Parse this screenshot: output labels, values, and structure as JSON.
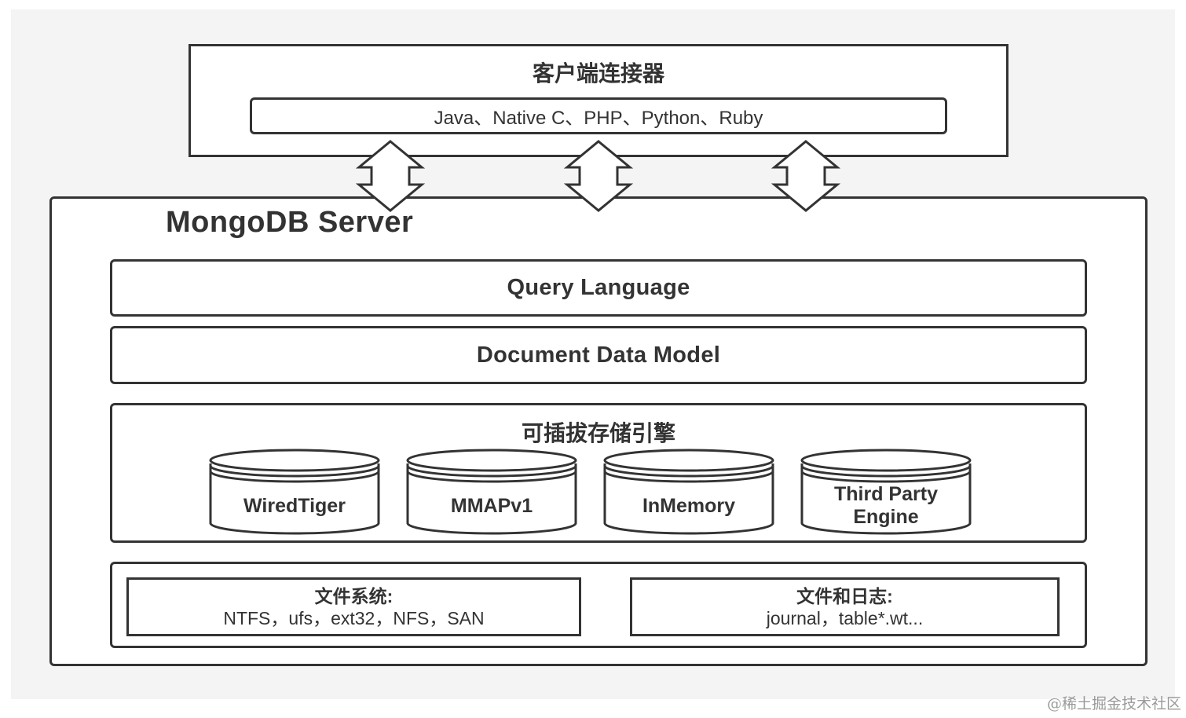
{
  "client": {
    "title": "客户端连接器",
    "languages": "Java、Native C、PHP、Python、Ruby"
  },
  "server": {
    "title": "MongoDB Server",
    "query_language": "Query Language",
    "document_model": "Document Data Model",
    "storage": {
      "title": "可插拔存储引擎",
      "engines": [
        {
          "line1": "WiredTiger",
          "line2": ""
        },
        {
          "line1": "MMAPv1",
          "line2": ""
        },
        {
          "line1": "InMemory",
          "line2": ""
        },
        {
          "line1": "Third Party",
          "line2": "Engine"
        }
      ]
    },
    "filesystem": {
      "title": "文件系统:",
      "value": "NTFS，ufs，ext32，NFS，SAN"
    },
    "files_logs": {
      "title": "文件和日志:",
      "value": "journal，table*.wt..."
    }
  },
  "watermark": "@稀土掘金技术社区",
  "colors": {
    "stroke": "#333333",
    "background": "#f4f4f4",
    "box_fill": "#ffffff"
  }
}
